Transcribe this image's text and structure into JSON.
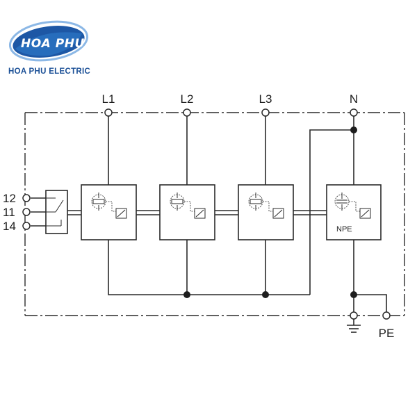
{
  "logo": {
    "mark_text": "HOA PHU",
    "company": "HOA PHU ELECTRIC",
    "colors": {
      "blue_dark": "#1d57a5",
      "blue_light": "#2f7fd0",
      "text": "#1a4f96"
    }
  },
  "diagram": {
    "phases": [
      "L1",
      "L2",
      "L3"
    ],
    "neutral_label": "N",
    "pe_label": "PE",
    "npe_module_label": "NPE",
    "relay_contacts": [
      "12",
      "11",
      "14"
    ],
    "modules": [
      {
        "name": "L1 module",
        "kind": "varistor"
      },
      {
        "name": "L2 module",
        "kind": "varistor"
      },
      {
        "name": "L3 module",
        "kind": "varistor"
      },
      {
        "name": "NPE module",
        "kind": "spark-gap"
      }
    ],
    "icons": [
      "earth-ground-icon",
      "relay-switch-icon",
      "varistor-icon",
      "thermal-disconnect-icon"
    ],
    "line_color": "#2a2a2a"
  }
}
